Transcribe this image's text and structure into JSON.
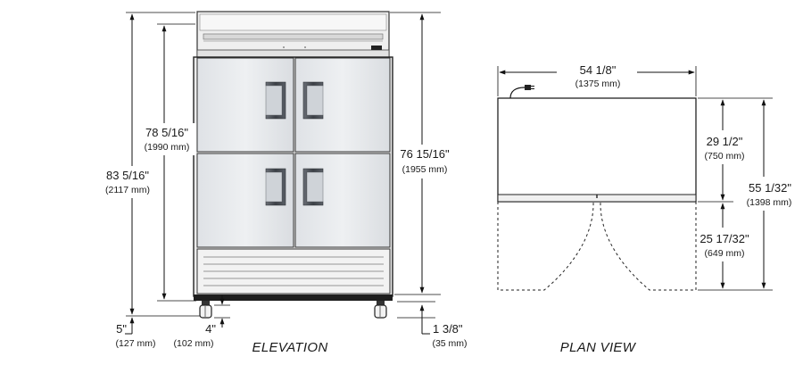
{
  "views": {
    "elevation_label": "ELEVATION",
    "plan_label": "PLAN VIEW"
  },
  "elevation": {
    "overall_height": {
      "imperial": "83 5/16\"",
      "metric": "(2117 mm)"
    },
    "body_height": {
      "imperial": "78 5/16\"",
      "metric": "(1990 mm)"
    },
    "cabinet_height": {
      "imperial": "76 15/16\"",
      "metric": "(1955 mm)"
    },
    "caster_height": {
      "imperial": "4\"",
      "metric": "(102 mm)"
    },
    "caster_diameter": {
      "imperial": "5\"",
      "metric": "(127 mm)"
    },
    "floor_clearance": {
      "imperial": "1 3/8\"",
      "metric": "(35 mm)"
    }
  },
  "plan": {
    "width": {
      "imperial": "54 1/8\"",
      "metric": "(1375 mm)"
    },
    "cabinet_depth": {
      "imperial": "29 1/2\"",
      "metric": "(750 mm)"
    },
    "overall_depth": {
      "imperial": "55 1/32\"",
      "metric": "(1398 mm)"
    },
    "door_swing": {
      "imperial": "25 17/32\"",
      "metric": "(649 mm)"
    }
  },
  "colors": {
    "door_panel": "#e7e9ec",
    "handle": "#4d5158",
    "cabinet_top": "#eeeeee",
    "line": "#111111"
  }
}
